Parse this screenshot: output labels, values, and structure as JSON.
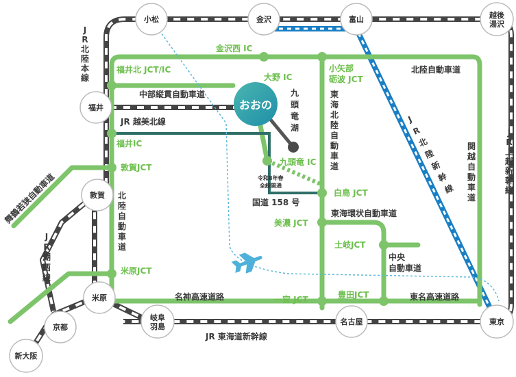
{
  "colors": {
    "expressway": "#7dc46a",
    "jr_rail": "#4a4a4a",
    "shinkansen": "#1a7fc4",
    "national_road": "#2f6f68",
    "flight": "#7ec8e3",
    "ono_center": "#3fb0a8"
  },
  "center": {
    "label": "おおの"
  },
  "stations": [
    {
      "key": "komatsu",
      "label": "小松"
    },
    {
      "key": "kanazawa",
      "label": "金沢"
    },
    {
      "key": "toyama",
      "label": "富山"
    },
    {
      "key": "echigo",
      "label": "越後湯沢"
    },
    {
      "key": "fukui",
      "label": "福井"
    },
    {
      "key": "tsuruga",
      "label": "敦賀"
    },
    {
      "key": "maibara",
      "label": "米原"
    },
    {
      "key": "kyoto",
      "label": "京都"
    },
    {
      "key": "shinosaka",
      "label": "新大阪"
    },
    {
      "key": "gifuhashima",
      "label": "岐阜羽島"
    },
    {
      "key": "nagoya",
      "label": "名古屋"
    },
    {
      "key": "tokyo",
      "label": "東京"
    }
  ],
  "junctions": {
    "kanazawanishi": "金沢西 IC",
    "fukuikita": "福井北 JCT/IC",
    "ono_ic": "大野 IC",
    "koyabe": "小矢部",
    "tonami": "砺波 JCT",
    "fukui_ic": "福井IC",
    "tsuruga_jct": "敦賀JCT",
    "kuzuryu_ic": "九頭竜 IC",
    "shirotori": "白鳥 JCT",
    "mino": "美濃 JCT",
    "toki": "土岐JCT",
    "maibara_jct": "米原JCT",
    "ichinomiya": "一宮 JCT",
    "toyota": "豊田JCT"
  },
  "roads": {
    "chubu_jukan": "中部縦貫自動車道",
    "etsumihoku": "JR 越美北線",
    "route158": "国道 158 号",
    "tokai_kanjo": "東海環状自動車道",
    "hokuriku_jidosha": "北陸自動車道",
    "meishin": "名神高速道路",
    "tomei": "東名高速道路",
    "tokaido_shinkansen": "JR 東海道新幹線",
    "chuo_1": "中央",
    "chuo_2": "自動車道",
    "kuzuryu_note_1": "令和8年春",
    "kuzuryu_note_2": "全線開通"
  },
  "vertical_labels": {
    "hokuriku_honsen": [
      "J",
      "R",
      "北",
      "陸",
      "本",
      "線"
    ],
    "kuzuryu_lake": [
      "九",
      "頭",
      "竜",
      "湖"
    ],
    "tokai_hokuriku": [
      "東",
      "海",
      "北",
      "陸",
      "自",
      "動",
      "車",
      "道"
    ],
    "hokuriku_west": [
      "北",
      "陸",
      "自",
      "動",
      "車",
      "道"
    ],
    "kosei_sen": [
      "J",
      "R",
      "湖",
      "西",
      "線"
    ],
    "hokuriku_shinkansen": [
      "J",
      "R",
      "北",
      "陸",
      "新",
      "幹",
      "線"
    ],
    "kanetsu": [
      "関",
      "越",
      "自",
      "動",
      "車",
      "道"
    ],
    "joetsu_shinkansen": [
      "J",
      "R",
      "上",
      "越",
      "新",
      "幹",
      "線"
    ],
    "maizuru": "舞鶴若狭自動車道"
  }
}
